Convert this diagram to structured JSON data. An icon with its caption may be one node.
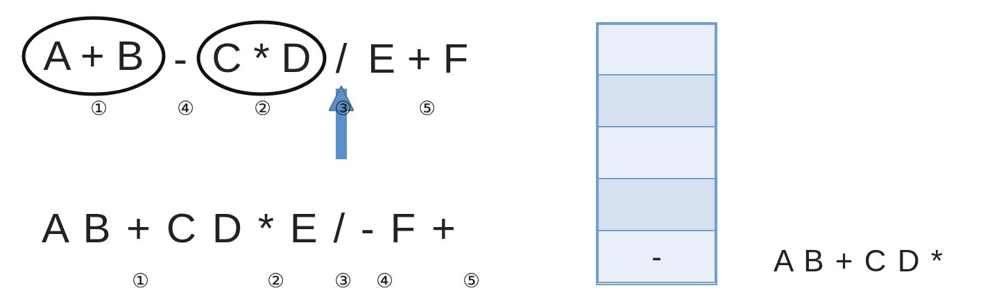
{
  "diagram": {
    "nodes": [
      {
        "text": [
          "A + B"
        ]
      },
      {
        "text": [
          "C * D"
        ]
      },
      {
        "text": [
          "/"
        ]
      },
      {
        "text": [],
        "shape": "box"
      },
      {
        "text": [],
        "shape": "box",
        "in": 3
      },
      {
        "text": [],
        "shape": "box",
        "in": 3
      },
      {
        "text": [],
        "shape": "box",
        "in": 3
      },
      {
        "text": [],
        "shape": "box",
        "in": 3
      },
      {
        "text": [
          "-"
        ],
        "in": 3
      }
    ],
    "edges": [
      {
        "from": null,
        "to": 2,
        "arrow": "to"
      }
    ],
    "labels": [
      "-",
      "E + F",
      "①",
      "④",
      "②",
      "③",
      "⑤",
      "A B + C D * E / - F +",
      "①",
      "②",
      "③",
      "④",
      "⑤",
      "A B + C D *"
    ]
  }
}
